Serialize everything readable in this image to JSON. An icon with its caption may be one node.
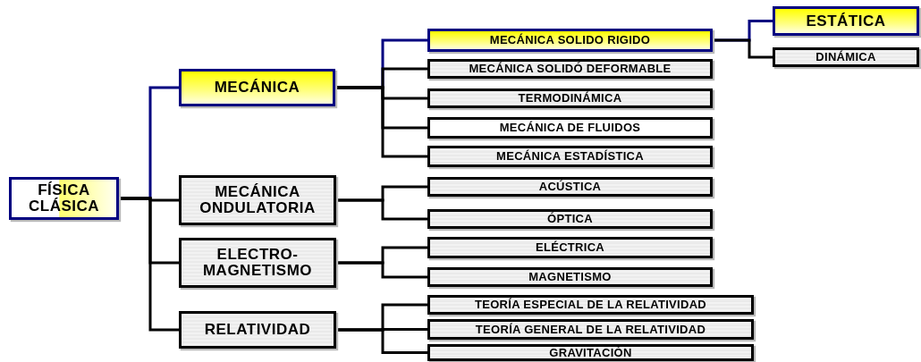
{
  "diagram": {
    "nodes": [
      {
        "text": [
          "FÍSICA CLÁSICA"
        ]
      },
      {
        "text": [
          "MECÁNICA"
        ]
      },
      {
        "text": [
          "MECÁNICA ONDULATORIA"
        ]
      },
      {
        "text": [
          "ELECTRO- MAGNETISMO"
        ]
      },
      {
        "text": [
          "RELATIVIDAD"
        ]
      },
      {
        "text": [
          "MECÁNICA SOLIDO RIGIDO"
        ]
      },
      {
        "text": [
          "MECÁNICA SOLIDÓ DEFORMABLE"
        ]
      },
      {
        "text": [
          "TERMODINÁMICA"
        ]
      },
      {
        "text": [
          "MECÁNICA DE FLUIDOS"
        ]
      },
      {
        "text": [
          "MECÁNICA ESTADÍSTICA"
        ]
      },
      {
        "text": [
          "ACÚSTICA"
        ]
      },
      {
        "text": [
          "ÓPTICA"
        ]
      },
      {
        "text": [
          "ELÉCTRICA"
        ]
      },
      {
        "text": [
          "MAGNETISMO"
        ]
      },
      {
        "text": [
          "TEORÍA ESPECIAL DE LA RELATIVIDAD"
        ]
      },
      {
        "text": [
          "TEORÍA GENERAL DE LA RELATIVIDAD"
        ]
      },
      {
        "text": [
          "GRAVITACIÓN"
        ]
      },
      {
        "text": [
          "ESTÁTICA"
        ]
      },
      {
        "text": [
          "DINÁMICA"
        ]
      }
    ],
    "edges": [
      {
        "from": 0,
        "to": 1,
        "arrow": "none",
        "color": "#000080"
      },
      {
        "from": 0,
        "to": 2,
        "arrow": "none"
      },
      {
        "from": 0,
        "to": 3,
        "arrow": "none"
      },
      {
        "from": 0,
        "to": 4,
        "arrow": "none"
      },
      {
        "from": 1,
        "to": 5,
        "arrow": "none",
        "color": "#000080"
      },
      {
        "from": 1,
        "to": 6,
        "arrow": "none"
      },
      {
        "from": 1,
        "to": 7,
        "arrow": "none"
      },
      {
        "from": 1,
        "to": 8,
        "arrow": "none"
      },
      {
        "from": 1,
        "to": 9,
        "arrow": "none"
      },
      {
        "from": 2,
        "to": 10,
        "arrow": "none"
      },
      {
        "from": 2,
        "to": 11,
        "arrow": "none"
      },
      {
        "from": 3,
        "to": 12,
        "arrow": "none"
      },
      {
        "from": 3,
        "to": 13,
        "arrow": "none"
      },
      {
        "from": 4,
        "to": 14,
        "arrow": "none"
      },
      {
        "from": 4,
        "to": 15,
        "arrow": "none"
      },
      {
        "from": 4,
        "to": 16,
        "arrow": "none"
      },
      {
        "from": 5,
        "to": 17,
        "arrow": "none",
        "color": "#000080"
      },
      {
        "from": 5,
        "to": 18,
        "arrow": "none"
      }
    ]
  }
}
